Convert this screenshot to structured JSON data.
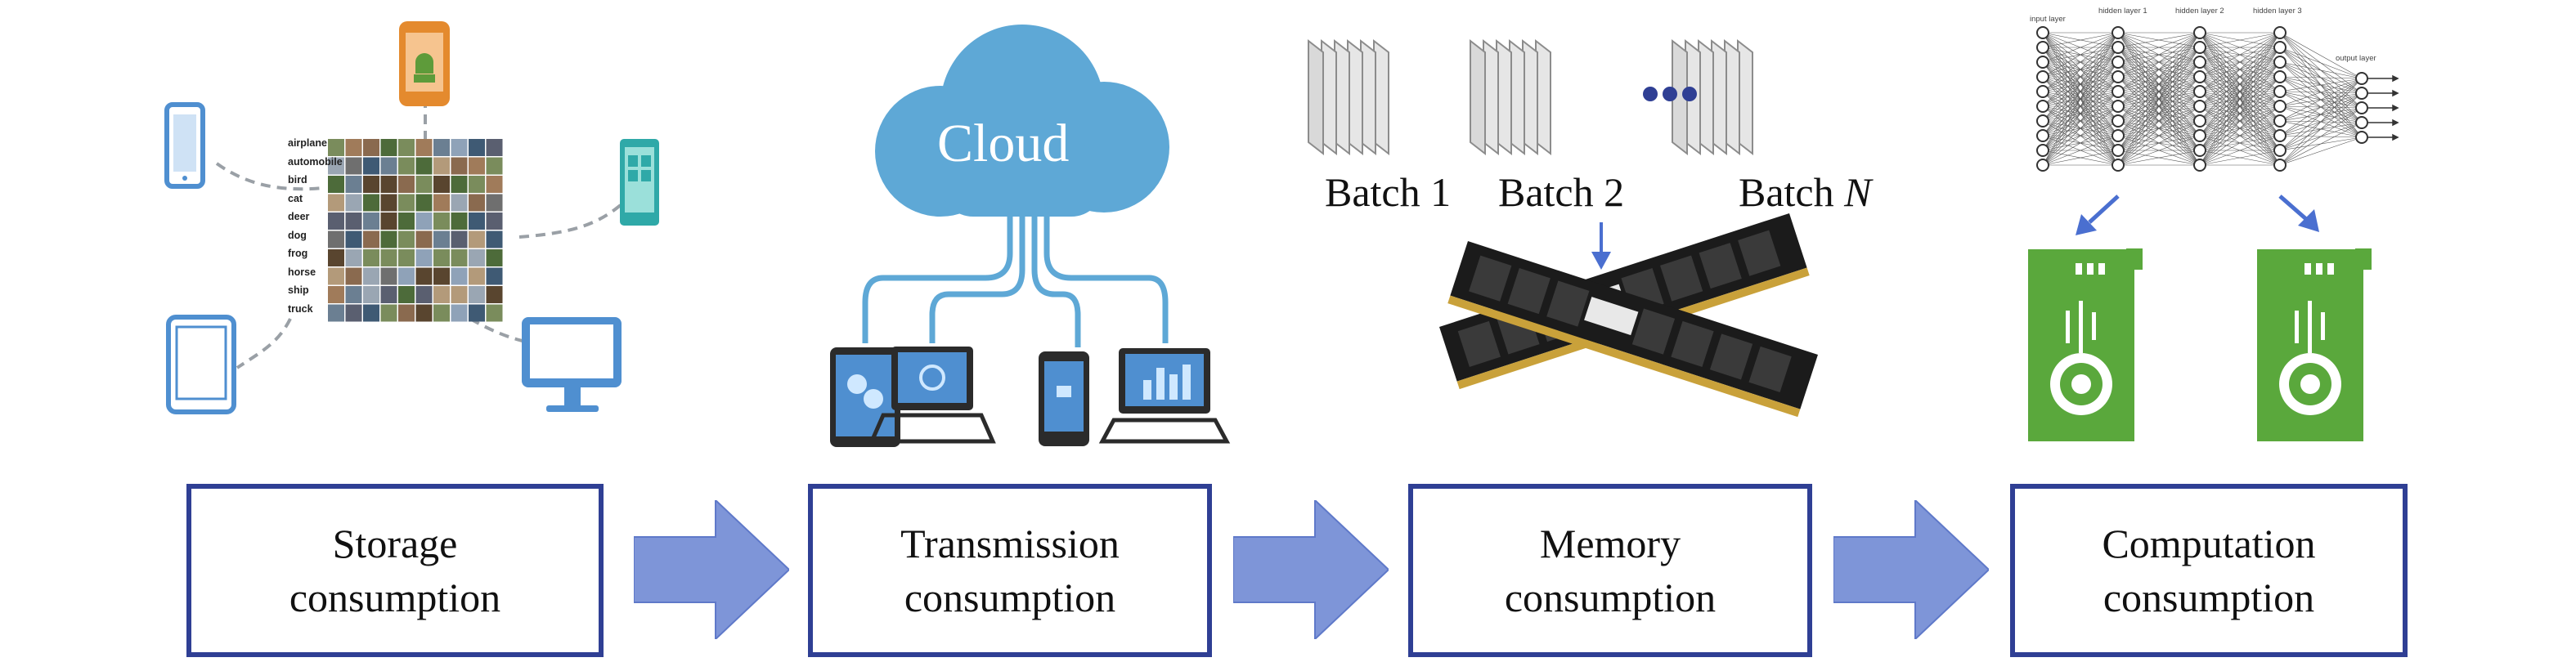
{
  "stages": [
    {
      "line1": "Storage",
      "line2": "consumption"
    },
    {
      "line1": "Transmission",
      "line2": "consumption"
    },
    {
      "line1": "Memory",
      "line2": "consumption"
    },
    {
      "line1": "Computation",
      "line2": "consumption"
    }
  ],
  "storage": {
    "class_labels": [
      "airplane",
      "automobile",
      "bird",
      "cat",
      "deer",
      "dog",
      "frog",
      "horse",
      "ship",
      "truck"
    ]
  },
  "transmission": {
    "cloud_label": "Cloud"
  },
  "memory": {
    "batch_labels": [
      {
        "prefix": "Batch ",
        "index": "1"
      },
      {
        "prefix": "Batch ",
        "index": "2"
      },
      {
        "prefix": "Batch ",
        "index": "N"
      }
    ]
  },
  "computation": {
    "layer_labels": [
      "input layer",
      "hidden layer 1",
      "hidden layer 2",
      "hidden layer 3",
      "output layer"
    ]
  },
  "colors": {
    "box_border": "#2f3f94",
    "arrow_fill": "#7e95d8",
    "device_blue": "#4f8fd0",
    "cloud_blue": "#5ea8d6",
    "gpu_green": "#5aa83c",
    "ram_black": "#1b1b1b",
    "android_orange": "#e48a2e"
  }
}
